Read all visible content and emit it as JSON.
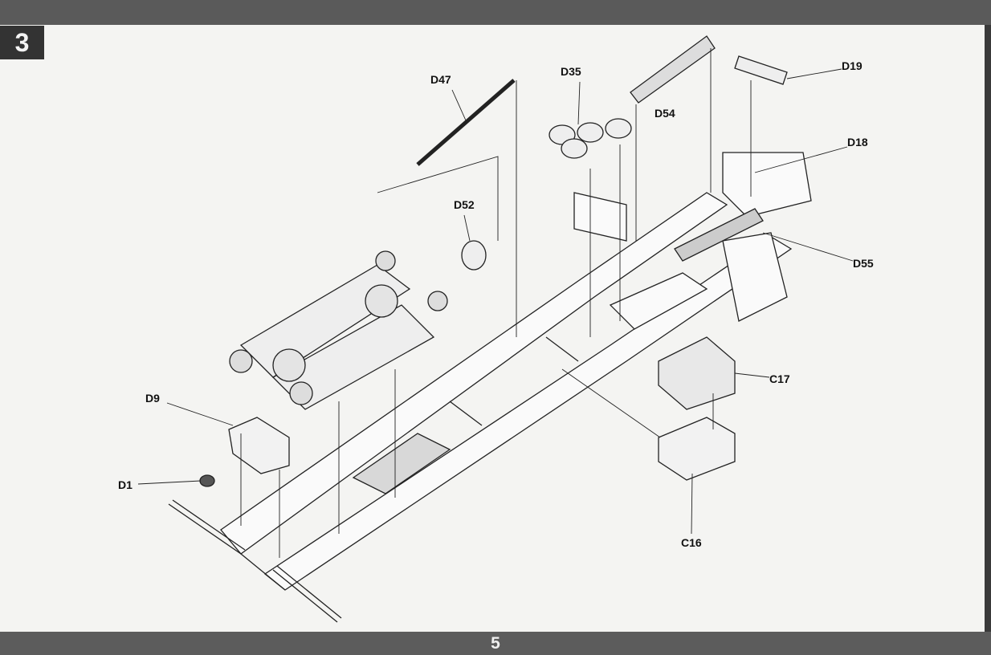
{
  "step_number": "3",
  "page_number": "5",
  "part_labels": {
    "d47": "D47",
    "d35": "D35",
    "d54": "D54",
    "d19": "D19",
    "d18": "D18",
    "d52": "D52",
    "d55": "D55",
    "c17": "C17",
    "d9": "D9",
    "d1": "D1",
    "c16": "C16"
  }
}
